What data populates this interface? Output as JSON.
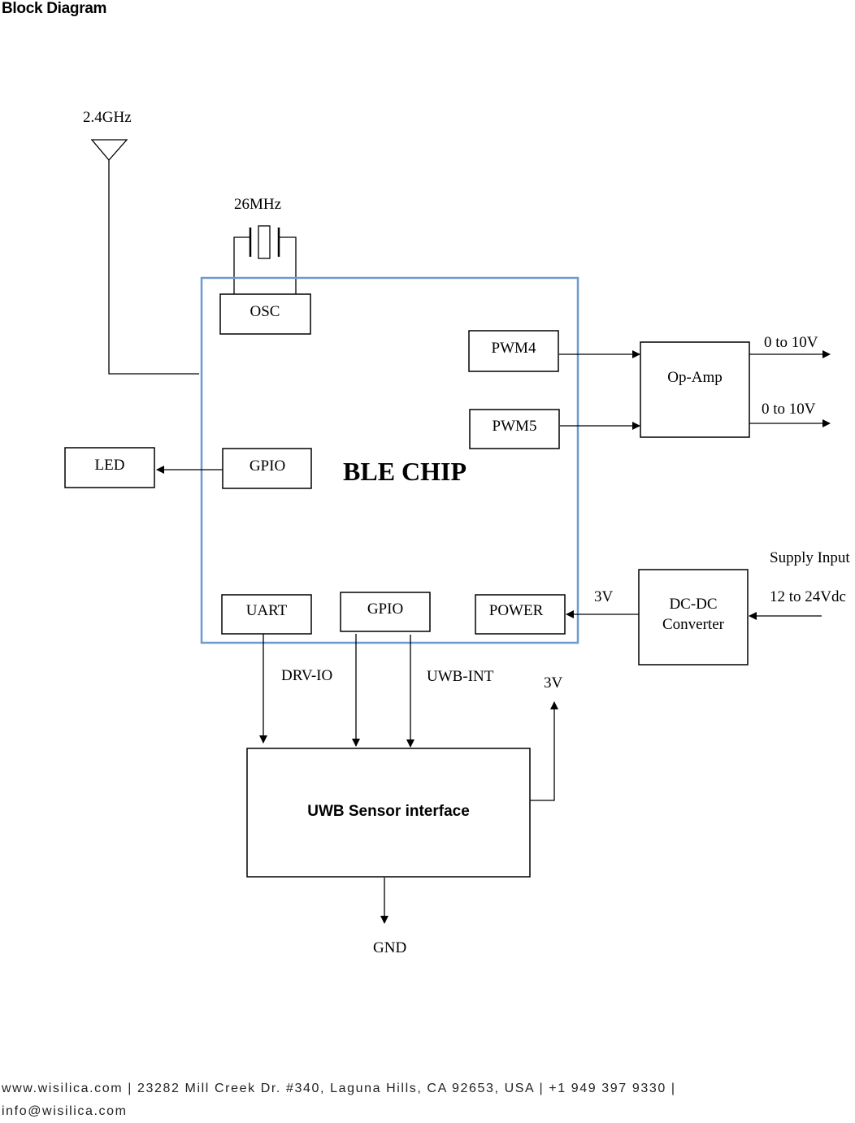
{
  "heading": "Block Diagram",
  "antenna": {
    "label": "2.4GHz"
  },
  "crystal": {
    "label": "26MHz"
  },
  "chip": {
    "title": "BLE CHIP",
    "blocks": {
      "osc": "OSC",
      "pwm4": "PWM4",
      "pwm5": "PWM5",
      "gpio_left": "GPIO",
      "uart": "UART",
      "gpio_bottom": "GPIO",
      "power": "POWER"
    }
  },
  "led": {
    "label": "LED"
  },
  "opamp": {
    "label": "Op-Amp",
    "output1": "0 to 10V",
    "output2": "0 to 10V"
  },
  "dcdc": {
    "line1": "DC-DC",
    "line2": "Converter",
    "output": "3V",
    "supply_title": "Supply Input",
    "supply_range": "12 to 24Vdc"
  },
  "sensor": {
    "title": "UWB Sensor interface",
    "drv_io": "DRV-IO",
    "uwb_int": "UWB-INT",
    "supply": "3V",
    "ground": "GND"
  },
  "footer": {
    "line1": "www.wisilica.com  |  23282 Mill Creek Dr. #340, Laguna Hills, CA 92653, USA  |  +1 949 397 9330  |",
    "line2": "info@wisilica.com"
  },
  "colors": {
    "chip_border": "#6a9bd1",
    "line": "#000000"
  }
}
